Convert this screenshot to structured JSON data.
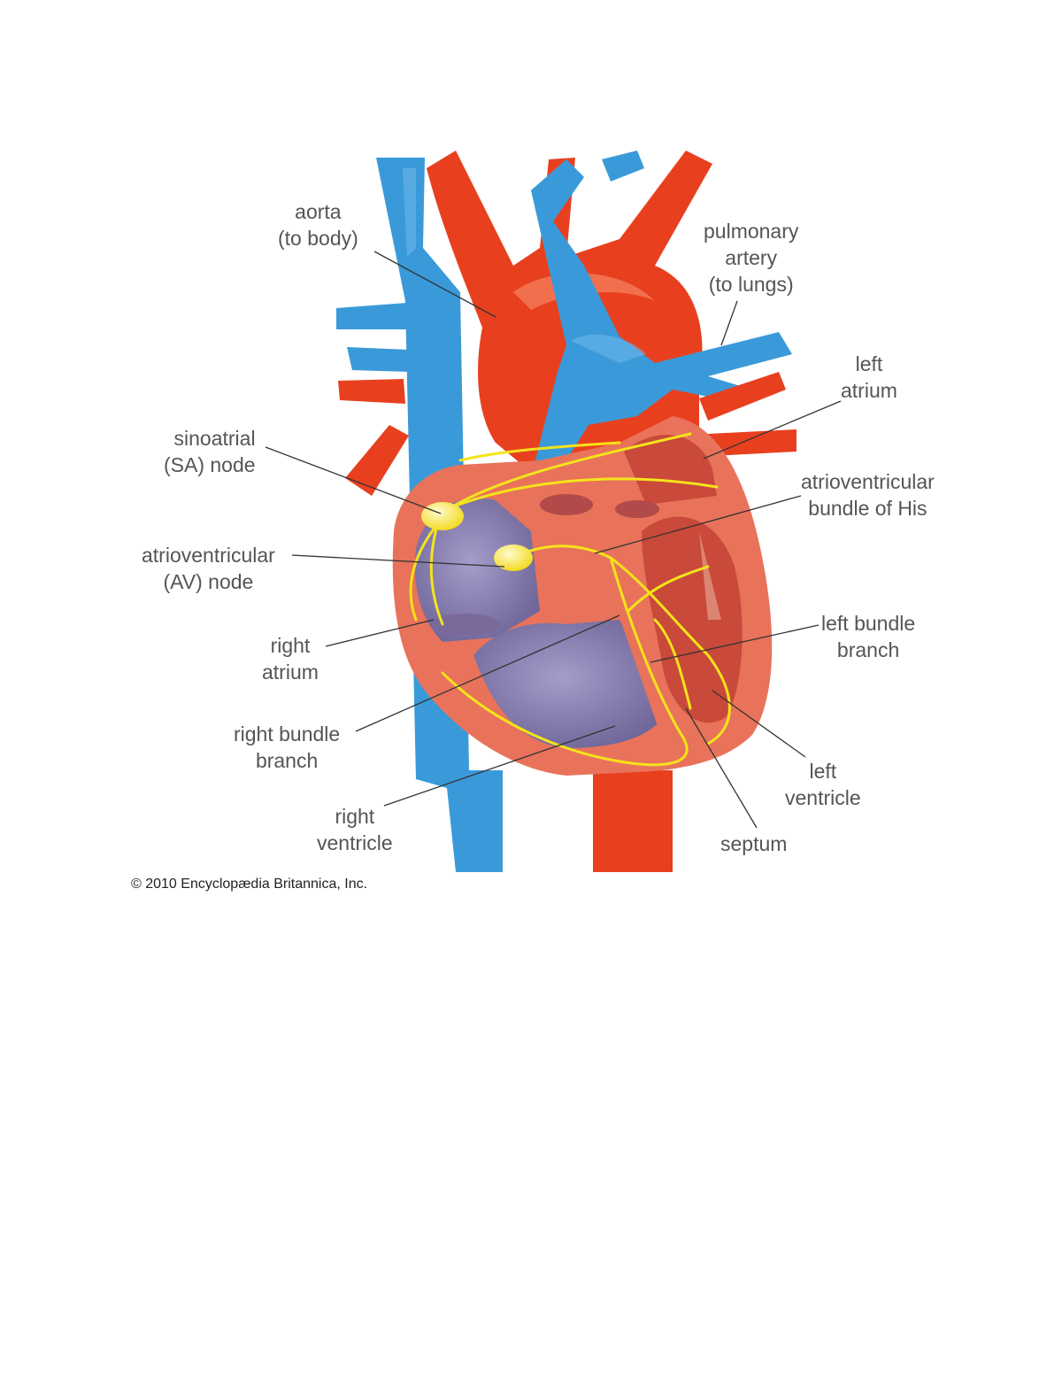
{
  "labels": {
    "aorta": [
      "aorta",
      "(to body)"
    ],
    "pulmonary_artery": [
      "pulmonary",
      "artery",
      "(to lungs)"
    ],
    "left_atrium": [
      "left",
      "atrium"
    ],
    "sa_node": [
      "sinoatrial",
      "(SA) node"
    ],
    "bundle_of_his": [
      "atrioventricular",
      "bundle of His"
    ],
    "av_node": [
      "atrioventricular",
      "(AV) node"
    ],
    "right_atrium": [
      "right",
      "atrium"
    ],
    "left_bundle_branch": [
      "left bundle",
      "branch"
    ],
    "right_bundle_branch": [
      "right bundle",
      "branch"
    ],
    "left_ventricle": [
      "left",
      "ventricle"
    ],
    "right_ventricle": [
      "right",
      "ventricle"
    ],
    "septum": [
      "septum"
    ]
  },
  "copyright": "© 2010 Encyclopædia Britannica, Inc.",
  "colors": {
    "artery_red": "#e8401f",
    "vein_blue": "#3a9ad9",
    "muscle": "#e8735a",
    "chamber_purple": "#8a80b3",
    "left_chamber": "#c9493a",
    "conduction_yellow": "#f5e31a",
    "label_gray": "#555555"
  }
}
